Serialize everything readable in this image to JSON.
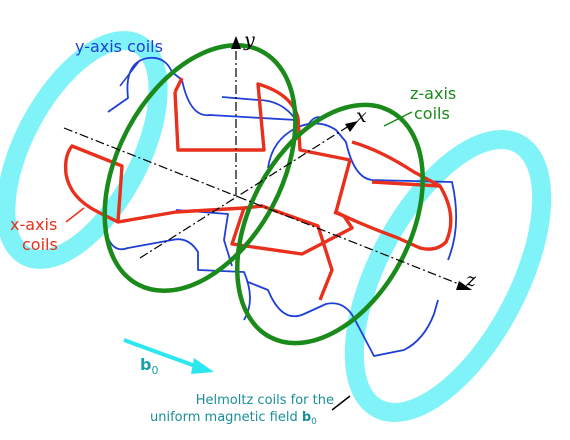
{
  "labels": {
    "y_axis_coils": [
      "y-axis coils"
    ],
    "z_axis_coils": [
      "z-axis",
      "coils"
    ],
    "x_axis_coils": [
      "x-axis",
      "coils"
    ],
    "helmholtz": [
      "Helmoltz coils for the",
      "uniform magnetic field "
    ],
    "b0_symbol": "b",
    "b0_subscript": "0"
  },
  "axes": {
    "x": "x",
    "y": "y",
    "z": "z"
  },
  "colors": {
    "helmholtz": "#7ff3f7",
    "z_coils": "#1a8a1a",
    "x_coils": "#e8301c",
    "y_coils": "#1f3fd6",
    "y_label": "#1f3fd6",
    "z_label": "#1a8a1a",
    "x_label": "#e8301c",
    "b0_arrow": "#2de7f0",
    "b0_text": "#1aa0a8",
    "helmholtz_text": "#1a8f99",
    "axis": "#000000"
  }
}
